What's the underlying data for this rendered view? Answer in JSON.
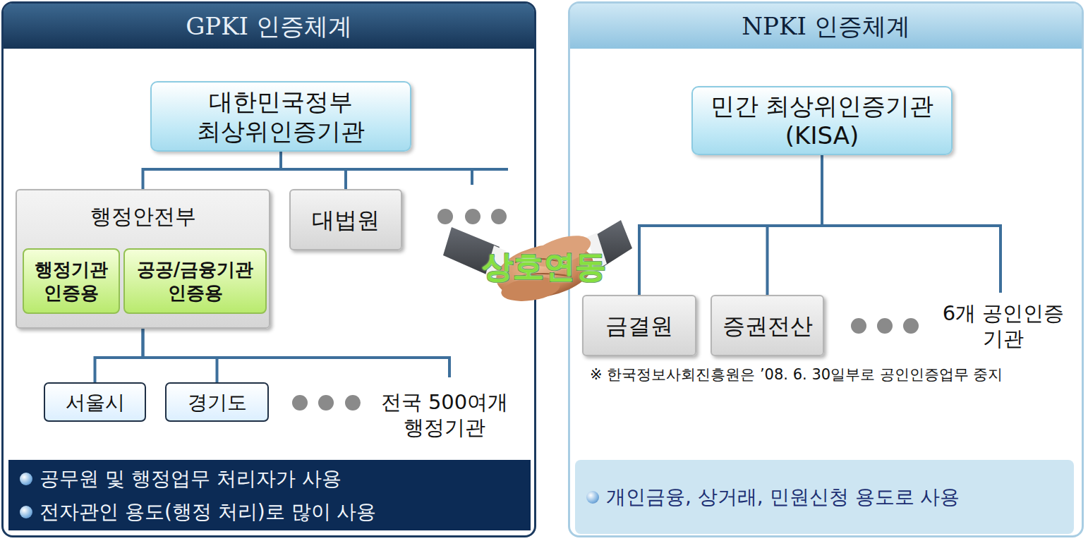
{
  "diagram": {
    "nodes": [
      {
        "text": [
          "GPKI 인증체계"
        ]
      },
      {
        "text": [
          "대한민국정부 최상위인증기관"
        ],
        "in": 0
      },
      {
        "text": [
          "행정안전부"
        ],
        "in": 0
      },
      {
        "text": [
          "행정기관 인증용"
        ],
        "in": 2
      },
      {
        "text": [
          "공공/금융기관 인증용"
        ],
        "in": 2
      },
      {
        "text": [
          "대법원"
        ],
        "in": 0
      },
      {
        "text": [
          "서울시"
        ],
        "in": 0
      },
      {
        "text": [
          "경기도"
        ],
        "in": 0
      },
      {
        "text": [
          "공무원 및 행정업무 처리자가 사용",
          "전자관인 용도(행정 처리)로 많이 사용"
        ],
        "in": 0
      },
      {
        "text": [
          "NPKI 인증체계"
        ]
      },
      {
        "text": [
          "민간 최상위인증기관 (KISA)"
        ],
        "in": 9
      },
      {
        "text": [
          "금결원"
        ],
        "in": 9
      },
      {
        "text": [
          "증권전산"
        ],
        "in": 9
      },
      {
        "text": [
          "개인금융, 상거래, 민원신청 용도로 사용"
        ],
        "in": 9
      }
    ],
    "edges": [
      {
        "from": 1,
        "to": 2,
        "arrow": "none"
      },
      {
        "from": 1,
        "to": 5,
        "arrow": "none"
      },
      {
        "from": 2,
        "to": 6,
        "arrow": "none"
      },
      {
        "from": 2,
        "to": 7,
        "arrow": "none"
      },
      {
        "from": 10,
        "to": 11,
        "arrow": "none"
      },
      {
        "from": 10,
        "to": 12,
        "arrow": "none"
      }
    ],
    "labels": [
      "상호연동",
      "전국 500여개 행정기관",
      "6개 공인인증 기관",
      "※ 한국정보사회진흥원은 ’08. 6. 30일부로 공인인증업무 중지"
    ]
  }
}
